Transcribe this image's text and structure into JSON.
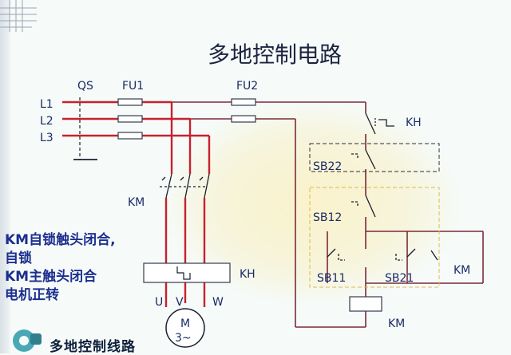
{
  "title": "多地控制电路",
  "labels": {
    "qs": "QS",
    "fu1": "FU1",
    "fu2": "FU2",
    "l1": "L1",
    "l2": "L2",
    "l3": "L3",
    "kh_contact": "KH",
    "sb22": "SB22",
    "sb12": "SB12",
    "km_main": "KM",
    "kh_relay": "KH",
    "sb11": "SB11",
    "sb21": "SB21",
    "km_aux": "KM",
    "km_coil": "KM",
    "u": "U",
    "v": "V",
    "w": "W",
    "motor_m": "M",
    "motor_phase": "3~"
  },
  "annotation": {
    "line1": "KM自锁触头闭合,",
    "line2": "自锁",
    "line3": "KM主触头闭合",
    "line4": "电机正转"
  },
  "footer": "多地控制线路",
  "colors": {
    "power_line": "#c8202f",
    "control_line": "#7a2a3a",
    "wire_dark": "#1b1f2e",
    "text": "#1b2a66",
    "annotation": "#1c2f90",
    "glow": "#f4e7a6"
  }
}
